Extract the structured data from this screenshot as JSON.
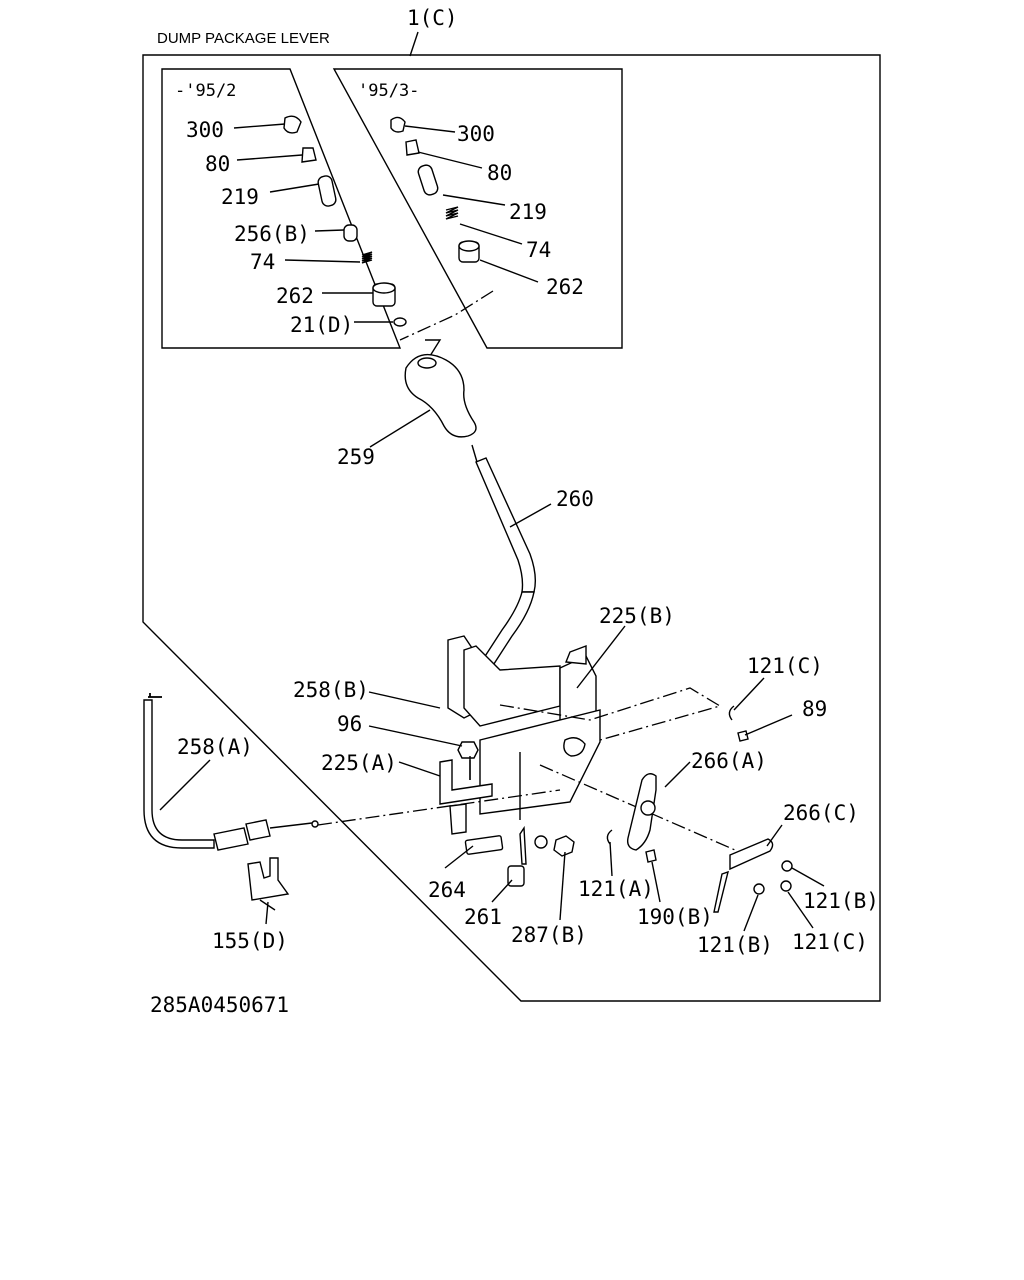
{
  "diagram": {
    "title": "DUMP PACKAGE LEVER",
    "assembly_ref": "1(C)",
    "drawing_number": "285A0450671",
    "inset_left_caption": "-'95/2",
    "inset_right_caption": "'95/3-",
    "labels": {
      "l300": "300",
      "l80": "80",
      "l219": "219",
      "l256b": "256(B)",
      "l74": "74",
      "l262": "262",
      "l21d": "21(D)",
      "r300": "300",
      "r80": "80",
      "r219": "219",
      "r74": "74",
      "r262": "262",
      "p259": "259",
      "p260": "260",
      "p225b": "225(B)",
      "p121c_top": "121(C)",
      "p89": "89",
      "p258b": "258(B)",
      "p96": "96",
      "p258a": "258(A)",
      "p225a": "225(A)",
      "p266a": "266(A)",
      "p266c": "266(C)",
      "p264": "264",
      "p261": "261",
      "p287b": "287(B)",
      "p121a": "121(A)",
      "p190b": "190(B)",
      "p121b_right": "121(B)",
      "p121b_bottom": "121(B)",
      "p121c_bottom": "121(C)",
      "p155d": "155(D)"
    }
  }
}
